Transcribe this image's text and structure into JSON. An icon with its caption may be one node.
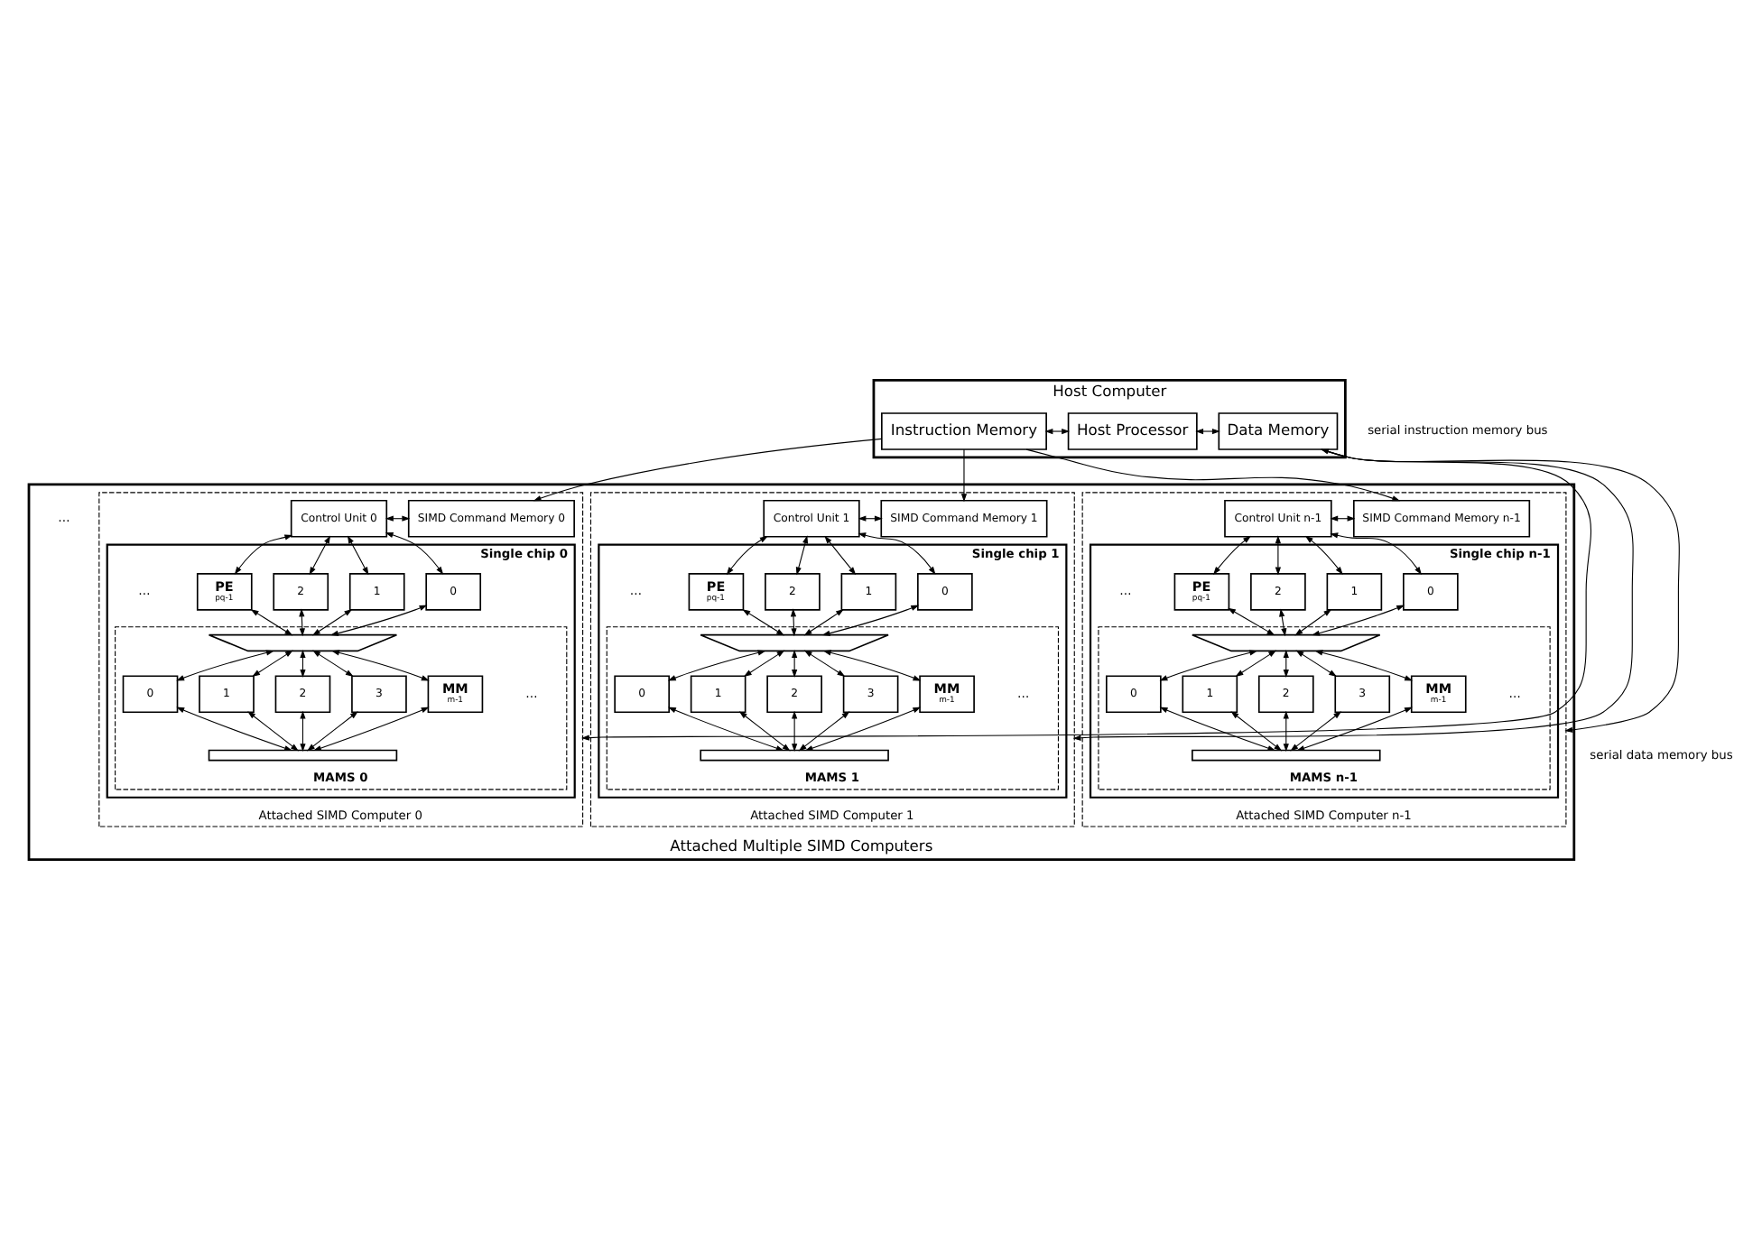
{
  "diagram": {
    "nodes": [
      {
        "text": [
          "Host Computer"
        ]
      },
      {
        "text": [
          "Instruction Memory"
        ],
        "in": 0
      },
      {
        "text": [
          "Host Processor"
        ],
        "in": 0
      },
      {
        "text": [
          "Data Memory"
        ],
        "in": 0
      },
      {
        "text": [
          "Attached Multiple SIMD Computers"
        ]
      },
      {
        "text": [
          "Attached SIMD Computer 0"
        ],
        "in": 4
      },
      {
        "text": [
          "Control Unit 0"
        ],
        "in": 5
      },
      {
        "text": [
          "SIMD Command Memory 0"
        ],
        "in": 5
      },
      {
        "text": [
          "Single chip 0"
        ],
        "in": 5
      },
      {
        "text": [
          "0"
        ],
        "in": 8
      },
      {
        "text": [
          "1"
        ],
        "in": 8
      },
      {
        "text": [
          "2"
        ],
        "in": 8
      },
      {
        "text": [
          "PE",
          "pq-1"
        ],
        "in": 8
      },
      {
        "text": [
          "MAMS 0"
        ],
        "in": 8
      },
      {
        "text": [],
        "shape": "trapezoid",
        "in": 13
      },
      {
        "text": [
          "0"
        ],
        "in": 13
      },
      {
        "text": [
          "1"
        ],
        "in": 13
      },
      {
        "text": [
          "2"
        ],
        "in": 13
      },
      {
        "text": [
          "3"
        ],
        "in": 13
      },
      {
        "text": [
          "MM",
          "m-1"
        ],
        "in": 13
      },
      {
        "text": [],
        "shape": "bar",
        "in": 13
      },
      {
        "text": [
          "Attached SIMD Computer 1"
        ],
        "in": 4
      },
      {
        "text": [
          "Control Unit 1"
        ],
        "in": 21
      },
      {
        "text": [
          "SIMD Command Memory 1"
        ],
        "in": 21
      },
      {
        "text": [
          "Single chip 1"
        ],
        "in": 21
      },
      {
        "text": [
          "0"
        ],
        "in": 24
      },
      {
        "text": [
          "1"
        ],
        "in": 24
      },
      {
        "text": [
          "2"
        ],
        "in": 24
      },
      {
        "text": [
          "PE",
          "pq-1"
        ],
        "in": 24
      },
      {
        "text": [
          "MAMS 1"
        ],
        "in": 24
      },
      {
        "text": [],
        "shape": "trapezoid",
        "in": 29
      },
      {
        "text": [
          "0"
        ],
        "in": 29
      },
      {
        "text": [
          "1"
        ],
        "in": 29
      },
      {
        "text": [
          "2"
        ],
        "in": 29
      },
      {
        "text": [
          "3"
        ],
        "in": 29
      },
      {
        "text": [
          "MM",
          "m-1"
        ],
        "in": 29
      },
      {
        "text": [],
        "shape": "bar",
        "in": 29
      },
      {
        "text": [
          "Attached SIMD Computer n-1"
        ],
        "in": 4
      },
      {
        "text": [
          "Control Unit n-1"
        ],
        "in": 37
      },
      {
        "text": [
          "SIMD Command Memory n-1"
        ],
        "in": 37
      },
      {
        "text": [
          "Single chip n-1"
        ],
        "in": 37
      },
      {
        "text": [
          "0"
        ],
        "in": 40
      },
      {
        "text": [
          "1"
        ],
        "in": 40
      },
      {
        "text": [
          "2"
        ],
        "in": 40
      },
      {
        "text": [
          "PE",
          "pq-1"
        ],
        "in": 40
      },
      {
        "text": [
          "MAMS n-1"
        ],
        "in": 40
      },
      {
        "text": [],
        "shape": "trapezoid",
        "in": 45
      },
      {
        "text": [
          "0"
        ],
        "in": 45
      },
      {
        "text": [
          "1"
        ],
        "in": 45
      },
      {
        "text": [
          "2"
        ],
        "in": 45
      },
      {
        "text": [
          "3"
        ],
        "in": 45
      },
      {
        "text": [
          "MM",
          "m-1"
        ],
        "in": 45
      },
      {
        "text": [],
        "shape": "bar",
        "in": 45
      }
    ],
    "edges": [
      {
        "from": 1,
        "to": 2,
        "arrow": "both"
      },
      {
        "from": 2,
        "to": 3,
        "arrow": "both"
      },
      {
        "from": 1,
        "to": 7,
        "arrow": "to"
      },
      {
        "from": 3,
        "to": 5,
        "arrow": "both"
      },
      {
        "from": 6,
        "to": 7,
        "arrow": "both"
      },
      {
        "from": 6,
        "to": 9,
        "arrow": "both"
      },
      {
        "from": 6,
        "to": 10,
        "arrow": "both"
      },
      {
        "from": 6,
        "to": 11,
        "arrow": "both"
      },
      {
        "from": 6,
        "to": 12,
        "arrow": "both"
      },
      {
        "from": 9,
        "to": 14,
        "arrow": "both"
      },
      {
        "from": 10,
        "to": 14,
        "arrow": "both"
      },
      {
        "from": 11,
        "to": 14,
        "arrow": "both"
      },
      {
        "from": 12,
        "to": 14,
        "arrow": "both"
      },
      {
        "from": 14,
        "to": 15,
        "arrow": "both"
      },
      {
        "from": 14,
        "to": 16,
        "arrow": "both"
      },
      {
        "from": 14,
        "to": 17,
        "arrow": "both"
      },
      {
        "from": 14,
        "to": 18,
        "arrow": "both"
      },
      {
        "from": 14,
        "to": 19,
        "arrow": "both"
      },
      {
        "from": 15,
        "to": 20,
        "arrow": "both"
      },
      {
        "from": 16,
        "to": 20,
        "arrow": "both"
      },
      {
        "from": 17,
        "to": 20,
        "arrow": "both"
      },
      {
        "from": 18,
        "to": 20,
        "arrow": "both"
      },
      {
        "from": 19,
        "to": 20,
        "arrow": "both"
      },
      {
        "from": 1,
        "to": 23,
        "arrow": "to"
      },
      {
        "from": 3,
        "to": 21,
        "arrow": "to"
      },
      {
        "from": 22,
        "to": 23,
        "arrow": "both"
      },
      {
        "from": 22,
        "to": 25,
        "arrow": "both"
      },
      {
        "from": 22,
        "to": 26,
        "arrow": "both"
      },
      {
        "from": 22,
        "to": 27,
        "arrow": "both"
      },
      {
        "from": 22,
        "to": 28,
        "arrow": "both"
      },
      {
        "from": 25,
        "to": 30,
        "arrow": "both"
      },
      {
        "from": 26,
        "to": 30,
        "arrow": "both"
      },
      {
        "from": 27,
        "to": 30,
        "arrow": "both"
      },
      {
        "from": 28,
        "to": 30,
        "arrow": "both"
      },
      {
        "from": 30,
        "to": 31,
        "arrow": "both"
      },
      {
        "from": 30,
        "to": 32,
        "arrow": "both"
      },
      {
        "from": 30,
        "to": 33,
        "arrow": "both"
      },
      {
        "from": 30,
        "to": 34,
        "arrow": "both"
      },
      {
        "from": 30,
        "to": 35,
        "arrow": "both"
      },
      {
        "from": 31,
        "to": 36,
        "arrow": "both"
      },
      {
        "from": 32,
        "to": 36,
        "arrow": "both"
      },
      {
        "from": 33,
        "to": 36,
        "arrow": "both"
      },
      {
        "from": 34,
        "to": 36,
        "arrow": "both"
      },
      {
        "from": 35,
        "to": 36,
        "arrow": "both"
      },
      {
        "from": 1,
        "to": 39,
        "arrow": "to"
      },
      {
        "from": 3,
        "to": 37,
        "arrow": "to"
      },
      {
        "from": 38,
        "to": 39,
        "arrow": "both"
      },
      {
        "from": 38,
        "to": 41,
        "arrow": "both"
      },
      {
        "from": 38,
        "to": 42,
        "arrow": "both"
      },
      {
        "from": 38,
        "to": 43,
        "arrow": "both"
      },
      {
        "from": 38,
        "to": 44,
        "arrow": "both"
      },
      {
        "from": 41,
        "to": 46,
        "arrow": "both"
      },
      {
        "from": 42,
        "to": 46,
        "arrow": "both"
      },
      {
        "from": 43,
        "to": 46,
        "arrow": "both"
      },
      {
        "from": 44,
        "to": 46,
        "arrow": "both"
      },
      {
        "from": 46,
        "to": 47,
        "arrow": "both"
      },
      {
        "from": 46,
        "to": 48,
        "arrow": "both"
      },
      {
        "from": 46,
        "to": 49,
        "arrow": "both"
      },
      {
        "from": 46,
        "to": 50,
        "arrow": "both"
      },
      {
        "from": 46,
        "to": 51,
        "arrow": "both"
      },
      {
        "from": 47,
        "to": 52,
        "arrow": "both"
      },
      {
        "from": 48,
        "to": 52,
        "arrow": "both"
      },
      {
        "from": 49,
        "to": 52,
        "arrow": "both"
      },
      {
        "from": 50,
        "to": 52,
        "arrow": "both"
      },
      {
        "from": 51,
        "to": 52,
        "arrow": "both"
      }
    ],
    "labels": [
      "serial instruction memory bus",
      "…",
      "…",
      "…",
      "…",
      "…",
      "…",
      "…",
      "serial data memory bus"
    ]
  }
}
